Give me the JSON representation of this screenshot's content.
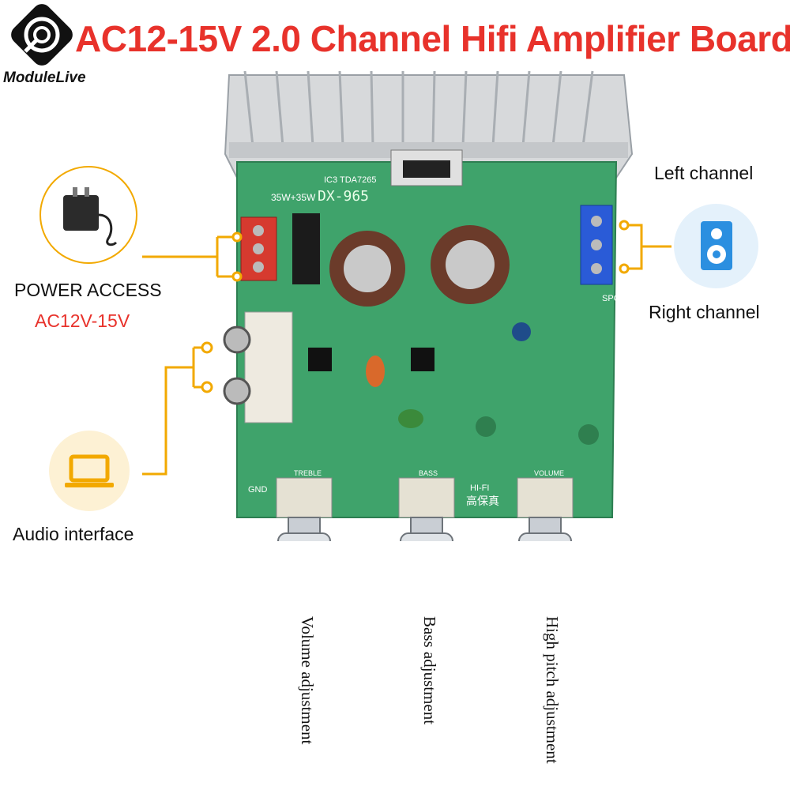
{
  "header": {
    "title": "AC12-15V 2.0 Channel  Hifi Amplifier Board",
    "brand": "ModuleLive"
  },
  "left": {
    "power_label": "POWER ACCESS",
    "power_voltage": "AC12V-15V",
    "audio_label": "Audio interface"
  },
  "right": {
    "left_channel": "Left channel",
    "right_channel": "Right channel"
  },
  "board": {
    "model": "DX-965",
    "power_rating": "35W+35W",
    "ic": "IC3 TDA7265",
    "hifi_label": "HI-FI",
    "hifi_cn": "高保真",
    "knob_labels": [
      "TREBLE",
      "BASS",
      "VOLUME"
    ],
    "speaker_out": "SPOUT",
    "gnd": "GND"
  },
  "knobs": {
    "volume": "Volume adjustment",
    "bass": "Bass adjustment",
    "high": "High pitch adjustment"
  },
  "colors": {
    "accent": "#e8322b",
    "connector": "#f2a900",
    "pcb": "#3fa36b"
  }
}
